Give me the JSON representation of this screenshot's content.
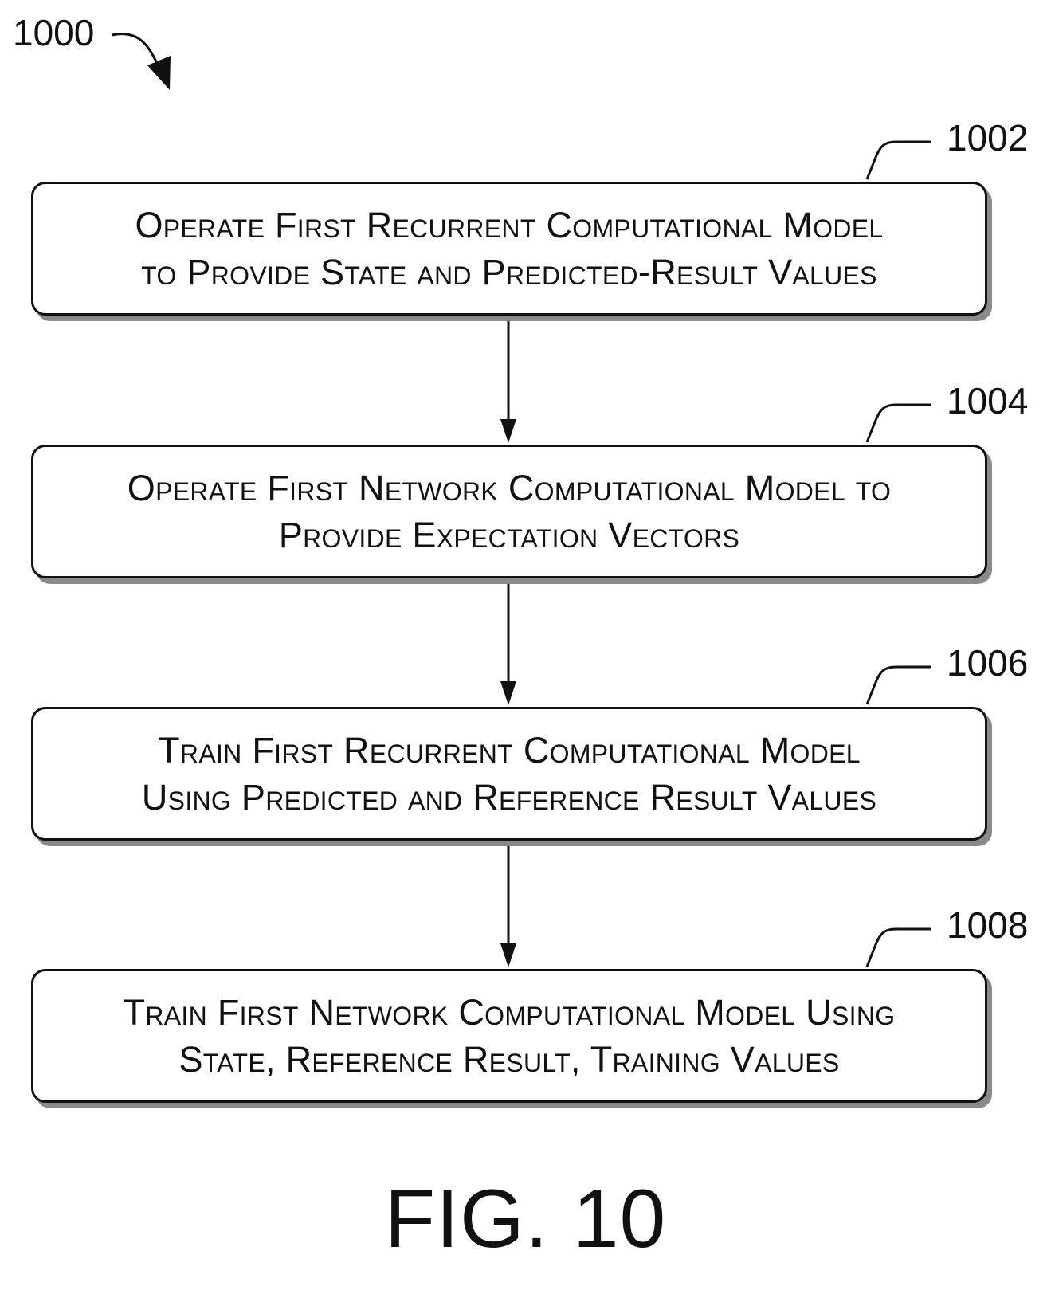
{
  "diagram": {
    "figure_ref": "1000",
    "figure_label": "FIG. 10",
    "steps": [
      {
        "ref": "1002",
        "lines": [
          "Operate First Recurrent Computational Model",
          "to Provide State and Predicted-Result Values"
        ]
      },
      {
        "ref": "1004",
        "lines": [
          "Operate First Network Computational Model to",
          "Provide Expectation Vectors"
        ]
      },
      {
        "ref": "1006",
        "lines": [
          "Train First Recurrent Computational Model",
          "Using Predicted and Reference Result Values"
        ]
      },
      {
        "ref": "1008",
        "lines": [
          "Train First Network Computational Model Using",
          "State, Reference Result, Training Values"
        ]
      }
    ]
  }
}
